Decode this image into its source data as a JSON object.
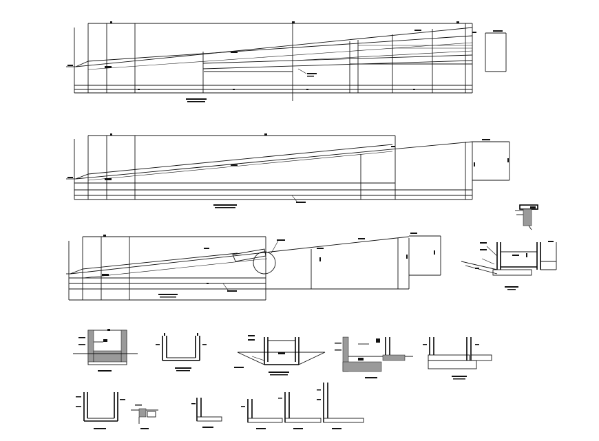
{
  "drawing": {
    "background": "#ffffff",
    "line_color": "#111111",
    "ramp_elevations": [
      {
        "id": "elevation-1"
      },
      {
        "id": "elevation-2"
      },
      {
        "id": "elevation-3"
      }
    ],
    "wall_sections": [
      {
        "id": "section-a"
      },
      {
        "id": "section-b"
      },
      {
        "id": "section-c"
      },
      {
        "id": "section-d"
      },
      {
        "id": "section-e"
      },
      {
        "id": "section-f"
      },
      {
        "id": "section-g"
      },
      {
        "id": "section-h"
      },
      {
        "id": "section-i"
      },
      {
        "id": "section-j"
      }
    ]
  }
}
